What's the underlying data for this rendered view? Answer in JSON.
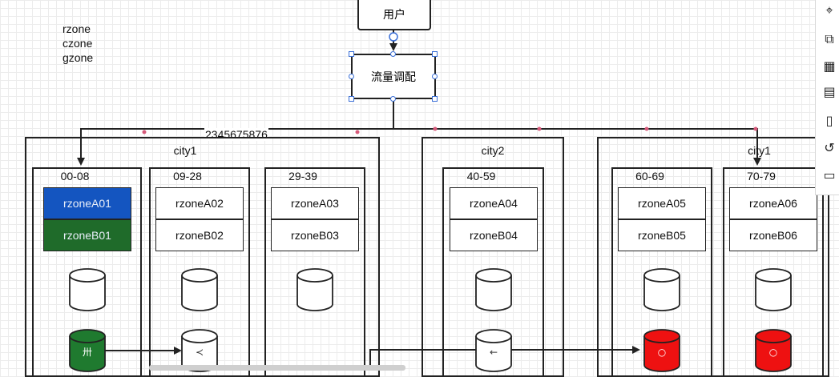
{
  "legend": [
    "rzone",
    "czone",
    "gzone"
  ],
  "user_node": {
    "label": "用户"
  },
  "router_node": {
    "label": "流量调配"
  },
  "edge_label": "2345675876",
  "cities": [
    {
      "label": "city1",
      "cells": [
        {
          "range": "00-08",
          "zones": [
            "rzoneA01",
            "rzoneB01"
          ],
          "zone_colors": [
            "#1455c0",
            "#1f6b2a"
          ],
          "db": "#ffffff",
          "db2": "#1f7a2f",
          "db2_glyph": "卅"
        },
        {
          "range": "09-28",
          "zones": [
            "rzoneA02",
            "rzoneB02"
          ],
          "zone_colors": [
            "#ffffff",
            "#ffffff"
          ],
          "db": "#ffffff",
          "db2": "#ffffff",
          "db2_glyph": "≺"
        },
        {
          "range": "29-39",
          "zones": [
            "rzoneA03",
            "rzoneB03"
          ],
          "zone_colors": [
            "#ffffff",
            "#ffffff"
          ],
          "db": "#ffffff",
          "db2": "",
          "db2_glyph": ""
        }
      ]
    },
    {
      "label": "city2",
      "cells": [
        {
          "range": "40-59",
          "zones": [
            "rzoneA04",
            "rzoneB04"
          ],
          "zone_colors": [
            "#ffffff",
            "#ffffff"
          ],
          "db": "#ffffff",
          "db2": "#ffffff",
          "db2_glyph": "←"
        }
      ]
    },
    {
      "label": "city1",
      "cells": [
        {
          "range": "60-69",
          "zones": [
            "rzoneA05",
            "rzoneB05"
          ],
          "zone_colors": [
            "#ffffff",
            "#ffffff"
          ],
          "db": "#ffffff",
          "db2": "#ee1111",
          "db2_glyph": "○"
        },
        {
          "range": "70-79",
          "zones": [
            "rzoneA06",
            "rzoneB06"
          ],
          "zone_colors": [
            "#ffffff",
            "#ffffff"
          ],
          "db": "#ffffff",
          "db2": "#ee1111",
          "db2_glyph": "○"
        }
      ]
    }
  ],
  "toolbar_icons": [
    "crosshair-icon",
    "format-icon",
    "calendar-icon",
    "layers-icon",
    "page-icon",
    "history-icon",
    "comment-icon"
  ]
}
